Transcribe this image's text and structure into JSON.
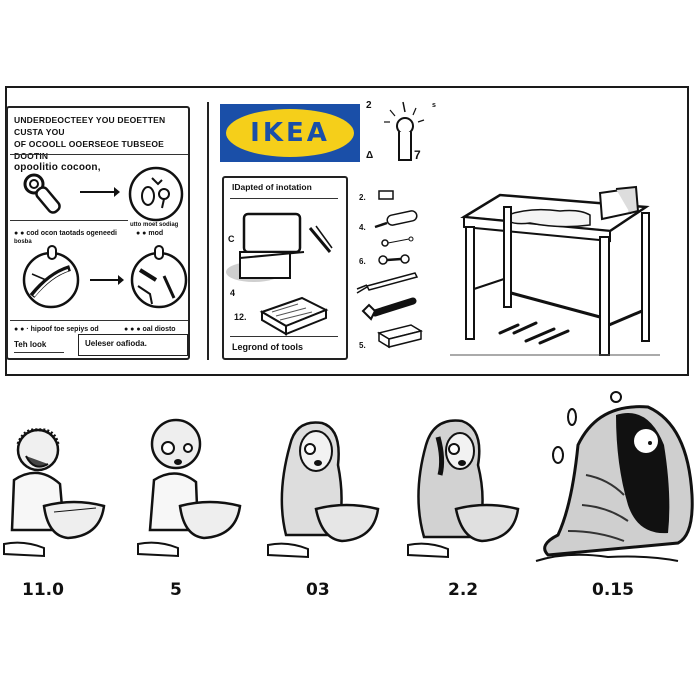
{
  "instruction_sheet": {
    "left_card": {
      "header_lines": [
        "UNDERDEOCTEEY YOU DEOETTEN CUSTA YOU",
        "OF OCOOLL OOERSEOE TUBSEOE DOOTIN",
        "opoolitio cocoon,"
      ],
      "step1_caption": "utto moet sodiag",
      "step2_caption_a": "● ● cod ocon taotads ogeneedi",
      "step2_caption_b": "● ● mod",
      "step2_caption_c": "bosba",
      "step3_caption_a": "● ● · hipoof toe sepiys od",
      "step3_caption_b": "● ● ● oal diosto",
      "footer_left_label": "Teh look",
      "footer_button_label": "Ueleser oafioda."
    },
    "brand": {
      "logo_text": "IKEA",
      "logo_bg": "#1a4fa8",
      "logo_oval": "#f5cf1a",
      "bulb_icon": "lightbulb-icon",
      "bulb_numbers": [
        "2",
        "Δ",
        "7",
        "s"
      ]
    },
    "parts_card": {
      "title": "IDapted of inotation",
      "markers": [
        "C",
        "4",
        "12."
      ],
      "footer": "Legrond of tools"
    },
    "tool_legend": {
      "numbers": [
        "2.",
        "4.",
        "6.",
        "5."
      ]
    },
    "workbench": {
      "illustration": "workbench-with-tools"
    }
  },
  "stages": [
    {
      "label": "11.0",
      "figure": "person-with-basket"
    },
    {
      "label": "5",
      "figure": "bald-person-with-basket"
    },
    {
      "label": "03",
      "figure": "person-wrapping-in-cocoon"
    },
    {
      "label": "2.2",
      "figure": "person-mostly-in-cocoon"
    },
    {
      "label": "0.15",
      "figure": "complete-cocoon"
    }
  ]
}
